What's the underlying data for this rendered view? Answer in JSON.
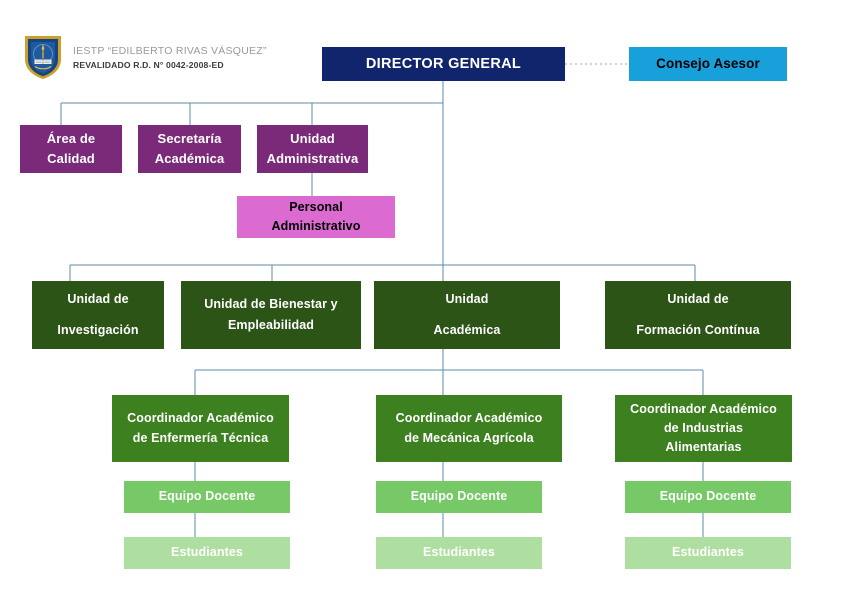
{
  "brand": {
    "logo_icon": "institution-shield-icon",
    "line1": "IESTP “EDILBERTO RIVAS VÁSQUEZ”",
    "line2": "REVALIDADO R.D. N° 0042-2008-ED"
  },
  "colors": {
    "navy": "#10256B",
    "cyan": "#18A0DB",
    "purple": "#7A2A78",
    "magenta": "#DB6BD0",
    "dark_green": "#2C5417",
    "mid_green": "#3C801F",
    "light_green": "#77C866",
    "pale_green": "#AEDFA0",
    "connector": "#5B8CA8",
    "background": "#FFFFFF"
  },
  "chart_data": {
    "type": "diagram",
    "subtype": "organizational-chart",
    "title": "IESTP “EDILBERTO RIVAS VÁSQUEZ” Organigrama",
    "nodes": [
      {
        "id": "director",
        "label": "DIRECTOR GENERAL",
        "lines": [
          "DIRECTOR GENERAL"
        ],
        "level": 0,
        "color": "#10256B",
        "text_color": "#FFFFFF"
      },
      {
        "id": "consejo",
        "label": "Consejo Asesor",
        "lines": [
          "Consejo Asesor"
        ],
        "level": 0,
        "color": "#18A0DB",
        "text_color": "#000000"
      },
      {
        "id": "calidad",
        "label": "Área de Calidad",
        "lines": [
          "Área de",
          "Calidad"
        ],
        "level": 1,
        "color": "#7A2A78",
        "text_color": "#FFFFFF"
      },
      {
        "id": "secretaria",
        "label": "Secretaría Académica",
        "lines": [
          "Secretaría",
          "Académica"
        ],
        "level": 1,
        "color": "#7A2A78",
        "text_color": "#FFFFFF"
      },
      {
        "id": "administrativa",
        "label": "Unidad Administrativa",
        "lines": [
          "Unidad",
          "Administrativa"
        ],
        "level": 1,
        "color": "#7A2A78",
        "text_color": "#FFFFFF"
      },
      {
        "id": "personal",
        "label": "Personal Administrativo",
        "lines": [
          "Personal",
          "Administrativo"
        ],
        "level": 2,
        "color": "#DB6BD0",
        "text_color": "#000000"
      },
      {
        "id": "investigacion",
        "label": "Unidad de Investigación",
        "lines": [
          "Unidad de",
          "Investigación"
        ],
        "level": 1,
        "color": "#2C5417",
        "text_color": "#FFFFFF"
      },
      {
        "id": "bienestar",
        "label": "Unidad de Bienestar y Empleabilidad",
        "lines": [
          "Unidad de Bienestar y",
          "Empleabilidad"
        ],
        "level": 1,
        "color": "#2C5417",
        "text_color": "#FFFFFF"
      },
      {
        "id": "academica",
        "label": "Unidad Académica",
        "lines": [
          "Unidad",
          "Académica"
        ],
        "level": 1,
        "color": "#2C5417",
        "text_color": "#FFFFFF"
      },
      {
        "id": "continua",
        "label": "Unidad de Formación Contínua",
        "lines": [
          "Unidad de",
          "Formación Contínua"
        ],
        "level": 1,
        "color": "#2C5417",
        "text_color": "#FFFFFF"
      },
      {
        "id": "coord_enf",
        "label": "Coordinador Académico de Enfermería Técnica",
        "lines": [
          "Coordinador Académico",
          "de Enfermería Técnica"
        ],
        "level": 2,
        "color": "#3C801F",
        "text_color": "#FFFFFF"
      },
      {
        "id": "coord_mec",
        "label": "Coordinador Académico de Mecánica Agrícola",
        "lines": [
          "Coordinador Académico",
          "de Mecánica Agrícola"
        ],
        "level": 2,
        "color": "#3C801F",
        "text_color": "#FFFFFF"
      },
      {
        "id": "coord_ind",
        "label": "Coordinador Académico de Industrias Alimentarias",
        "lines": [
          "Coordinador Académico",
          "de Industrias",
          "Alimentarias"
        ],
        "level": 2,
        "color": "#3C801F",
        "text_color": "#FFFFFF"
      },
      {
        "id": "docente_enf",
        "label": "Equipo Docente",
        "lines": [
          "Equipo Docente"
        ],
        "level": 3,
        "color": "#77C866",
        "text_color": "#FFFFFF"
      },
      {
        "id": "docente_mec",
        "label": "Equipo Docente",
        "lines": [
          "Equipo Docente"
        ],
        "level": 3,
        "color": "#77C866",
        "text_color": "#FFFFFF"
      },
      {
        "id": "docente_ind",
        "label": "Equipo Docente",
        "lines": [
          "Equipo Docente"
        ],
        "level": 3,
        "color": "#77C866",
        "text_color": "#FFFFFF"
      },
      {
        "id": "estud_enf",
        "label": "Estudiantes",
        "lines": [
          "Estudiantes"
        ],
        "level": 4,
        "color": "#AEDFA0",
        "text_color": "#FFFFFF"
      },
      {
        "id": "estud_mec",
        "label": "Estudiantes",
        "lines": [
          "Estudiantes"
        ],
        "level": 4,
        "color": "#AEDFA0",
        "text_color": "#FFFFFF"
      },
      {
        "id": "estud_ind",
        "label": "Estudiantes",
        "lines": [
          "Estudiantes"
        ],
        "level": 4,
        "color": "#AEDFA0",
        "text_color": "#FFFFFF"
      }
    ],
    "edges": [
      {
        "from": "director",
        "to": "consejo",
        "style": "dotted"
      },
      {
        "from": "director",
        "to": "calidad",
        "style": "solid"
      },
      {
        "from": "director",
        "to": "secretaria",
        "style": "solid"
      },
      {
        "from": "director",
        "to": "administrativa",
        "style": "solid"
      },
      {
        "from": "administrativa",
        "to": "personal",
        "style": "solid"
      },
      {
        "from": "director",
        "to": "investigacion",
        "style": "solid"
      },
      {
        "from": "director",
        "to": "bienestar",
        "style": "solid"
      },
      {
        "from": "director",
        "to": "academica",
        "style": "solid"
      },
      {
        "from": "director",
        "to": "continua",
        "style": "solid"
      },
      {
        "from": "academica",
        "to": "coord_enf",
        "style": "solid"
      },
      {
        "from": "academica",
        "to": "coord_mec",
        "style": "solid"
      },
      {
        "from": "academica",
        "to": "coord_ind",
        "style": "solid"
      },
      {
        "from": "coord_enf",
        "to": "docente_enf",
        "style": "solid"
      },
      {
        "from": "coord_mec",
        "to": "docente_mec",
        "style": "solid"
      },
      {
        "from": "coord_ind",
        "to": "docente_ind",
        "style": "solid"
      },
      {
        "from": "docente_enf",
        "to": "estud_enf",
        "style": "solid"
      },
      {
        "from": "docente_mec",
        "to": "estud_mec",
        "style": "solid"
      },
      {
        "from": "docente_ind",
        "to": "estud_ind",
        "style": "solid"
      }
    ]
  }
}
